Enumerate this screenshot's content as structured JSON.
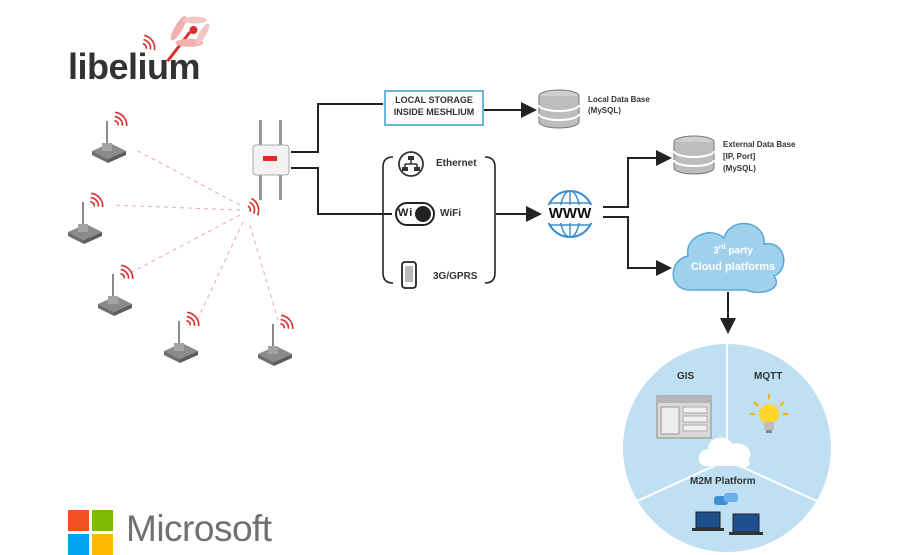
{
  "brand": {
    "name": "libelium",
    "logo_color": "#d62e2e"
  },
  "footer_brand": {
    "name": "Microsoft"
  },
  "local_storage": {
    "line1": "LOCAL STORAGE",
    "line2": "INSIDE MESHLIUM"
  },
  "local_db": {
    "line1": "Local Data Base",
    "line2": "(MySQL)"
  },
  "external_db": {
    "line1": "External Data Base",
    "line2": "[IP, Port]",
    "line3": "(MySQL)"
  },
  "connections": {
    "ethernet": "Ethernet",
    "wifi": "WiFi",
    "gprs": "3G/GPRS",
    "wifi_badge": "Wi Fi"
  },
  "internet": {
    "label": "WWW"
  },
  "cloud": {
    "line1_prefix": "3",
    "line1_sup": "rd",
    "line1_suffix": " party",
    "line2": "Cloud platforms"
  },
  "platform": {
    "gis": "GIS",
    "mqtt": "MQTT",
    "m2m": "M2M Platform"
  },
  "colors": {
    "accent_red": "#d62e2e",
    "cloud_blue": "#9fd0ec",
    "storage_border": "#6cb6dc",
    "text": "#333333"
  },
  "icons": [
    "dragonfly-icon",
    "sensor-node-icon",
    "meshlium-gateway-icon",
    "database-icon",
    "globe-icon",
    "cloud-icon",
    "ethernet-icon",
    "phone-icon",
    "lightbulb-icon",
    "laptop-icon",
    "chat-icon",
    "server-rack-icon"
  ]
}
